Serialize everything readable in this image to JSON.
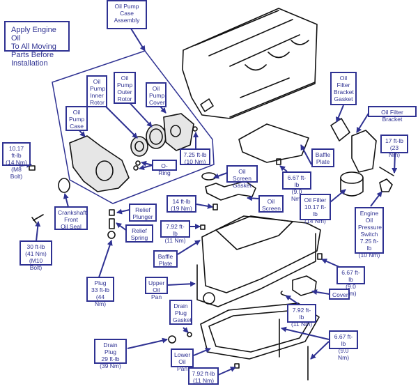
{
  "diagram": {
    "title": "Engine Oil System Exploded View",
    "accent_color": "#2e3192",
    "line_color": "#111111",
    "note": "Apply Engine Oil\nTo All Moving\nParts Before\nInstallation",
    "labels": {
      "oil_pump_case_assembly": "Oil Pump\nCase\nAssembly",
      "oil_pump_inner_rotor": "Oil\nPump\nInner\nRotor",
      "oil_pump_outer_rotor": "Oil\nPump\nOuter\nRotor",
      "oil_pump_cover": "Oil\nPump\nCover",
      "oil_pump_case": "Oil\nPump\nCase",
      "pump_cover_bolt_torque": "7.25 ft-lb\n(10 Nm)",
      "o_ring": "O-Ring",
      "m8_bolt_torque": "10.17 ft-lb\n(14 Nm)\n(M8 Bolt)",
      "crankshaft_front_oil_seal": "Crankshaft\nFront\nOil Seal",
      "m10_bolt_torque": "30 ft-lb\n(41 Nm)\n(M10 Bolt)",
      "relief_plunger": "Relief\nPlunger",
      "relief_spring": "Relief\nSpring",
      "plug": "Plug\n33 ft-lb\n(44 Nm)",
      "oil_screen_bolt_torque": "14 ft-lb\n(19 Nm)",
      "baffle_bolt_torque_left": "7.92 ft-lb\n(11 Nm)",
      "baffle_plate_lower": "Baffle\nPlate",
      "upper_oil_pan": "Upper\nOil Pan",
      "drain_plug_gasket": "Drain\nPlug\nGasket",
      "drain_plug": "Drain Plug\n29 ft-lb\n(39 Nm)",
      "lower_oil_pan": "Lower\nOil Pan",
      "lower_pan_bolt_torque": "7.92 ft-lb\n(11 Nm)",
      "oil_screen_gasket": "Oil Screen\nGasket",
      "oil_screen": "Oil\nScreen",
      "baffle_plate_upper": "Baffle\nPlate",
      "baffle_bolt_torque_upper": "6.67 ft-lb\n(9.0 Nm)",
      "oil_filter": "Oil Filter\n10.17 ft-lb\n(14 Nm)",
      "oil_filter_bracket_gasket": "Oil\nFilter\nBracket\nGasket",
      "oil_filter_bracket": "Oil Filter Bracket",
      "bracket_bolt_torque": "17 ft-lb\n(23 Nm)",
      "engine_oil_pressure_switch": "Engine\nOil\nPressure\nSwitch\n7.25 ft-lb\n(10 Nm)",
      "cover_bolt_torque": "6.67 ft-lb\n(9.0 Nm)",
      "cover": "Cover",
      "pan_side_bolt_torque": "7.92 ft-lb\n(11 Nm)",
      "long_bolt_torque": "6.67 ft-lb\n(9.0 Nm)"
    }
  }
}
